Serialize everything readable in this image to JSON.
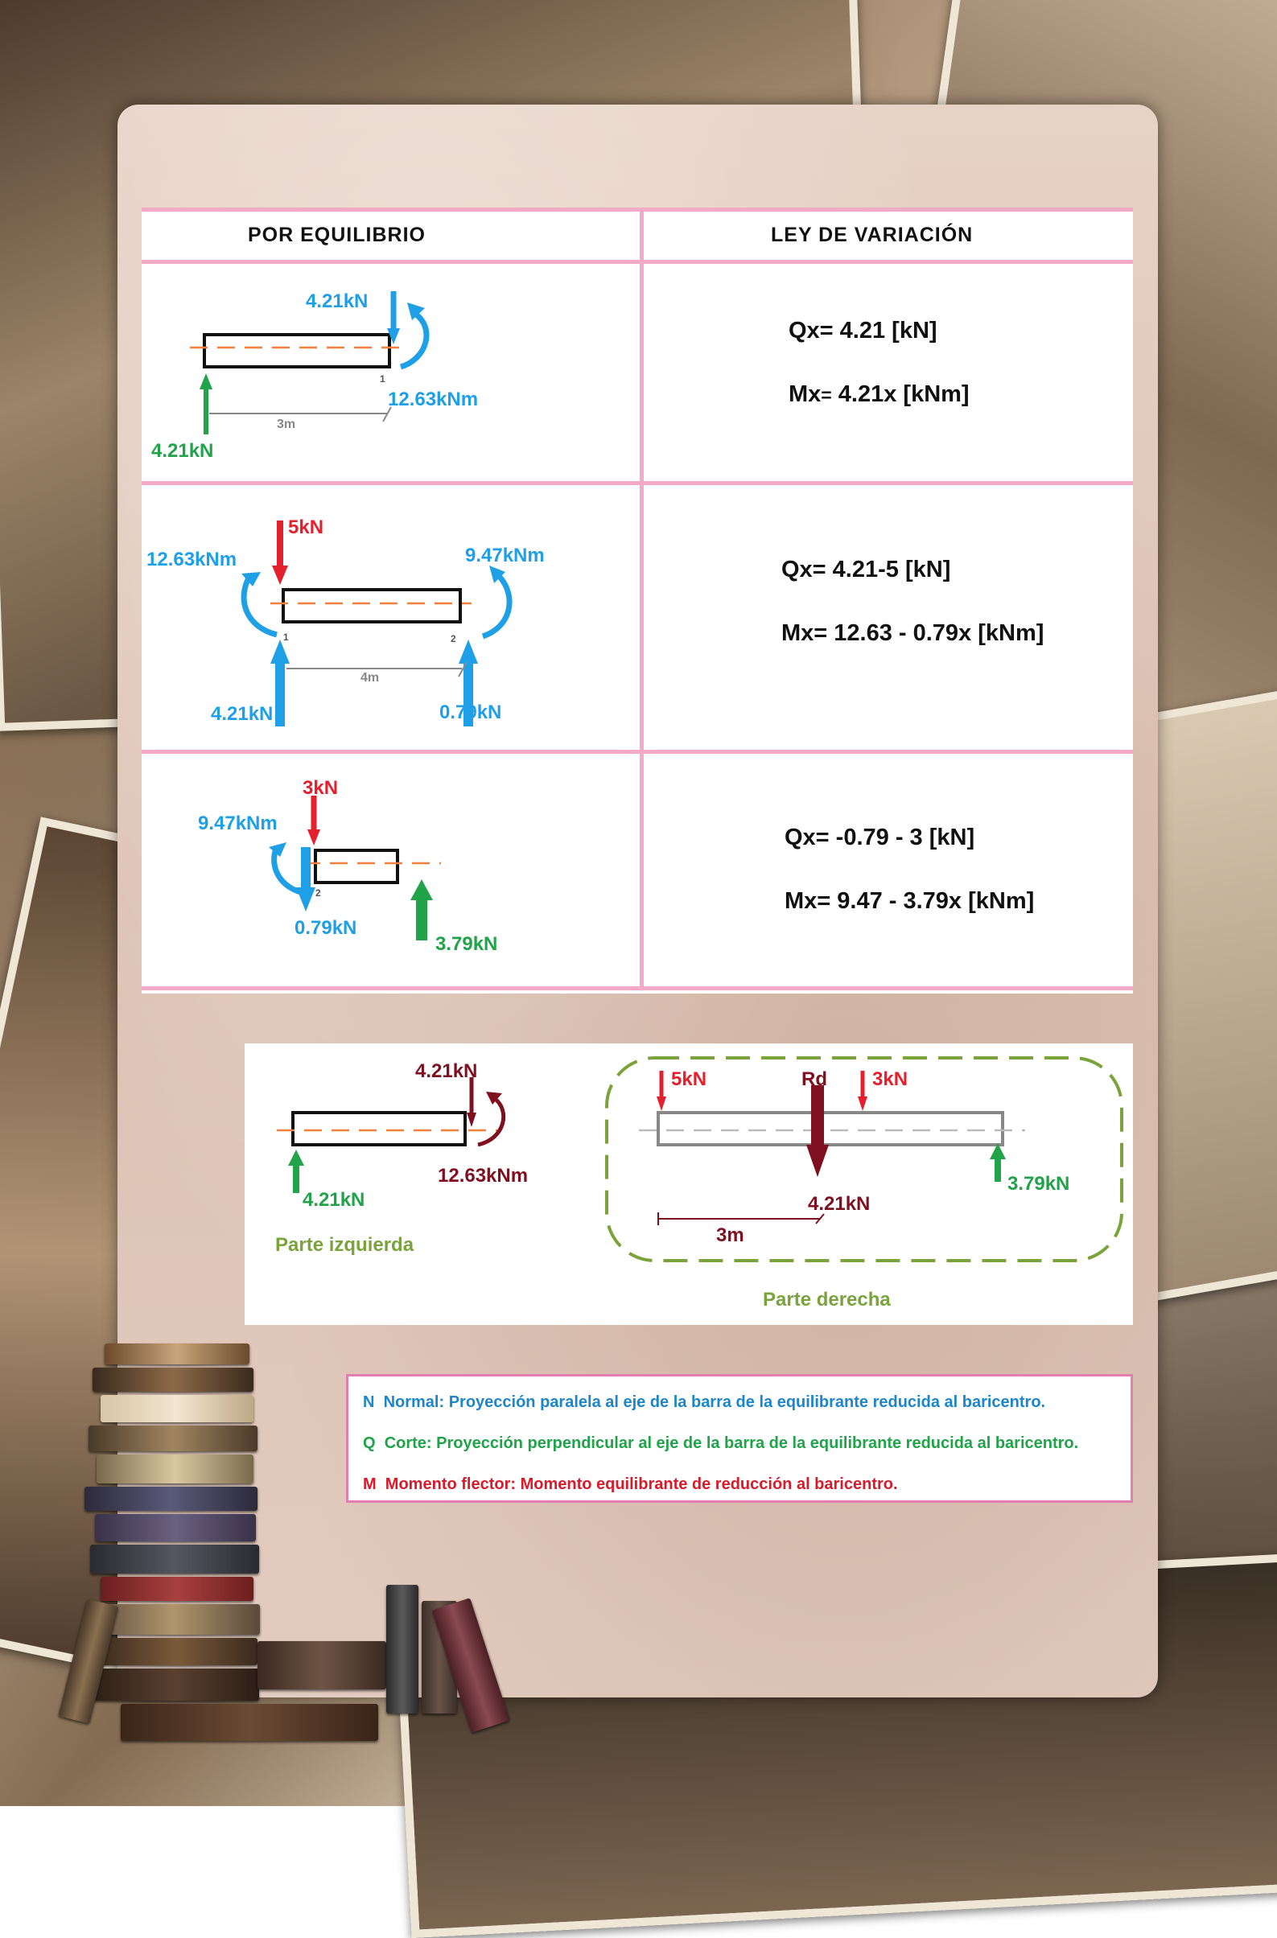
{
  "table": {
    "headers": {
      "left": "POR EQUILIBRIO",
      "right": "LEY DE VARIACIÓN"
    },
    "rows": [
      {
        "labels": {
          "top_force": "4.21kN",
          "moment": "12.63kNm",
          "reaction": "4.21kN",
          "dist": "3m",
          "node": "1"
        },
        "q": "Qx= 4.21 [kN]",
        "m_prefix": "Mx",
        "m_small": "=",
        "m_rest": " 4.21x [kNm]"
      },
      {
        "labels": {
          "load": "5kN",
          "m_left": "12.63kNm",
          "m_right": "9.47kNm",
          "r_left": "4.21kN",
          "r_right": "0.79kN",
          "dist": "4m",
          "n1": "1",
          "n2": "2"
        },
        "q": "Qx= 4.21-5 [kN]",
        "m": "Mx= 12.63 - 0.79x  [kNm]"
      },
      {
        "labels": {
          "load": "3kN",
          "moment": "9.47kNm",
          "down": "0.79kN",
          "reaction": "3.79kN",
          "n2": "2"
        },
        "q": "Qx= -0.79 - 3 [kN]",
        "m": "Mx= 9.47 - 3.79x [kNm]"
      }
    ]
  },
  "lower": {
    "left": {
      "force": "4.21kN",
      "moment": "12.63kNm",
      "reaction": "4.21kN",
      "caption": "Parte izquierda"
    },
    "right": {
      "load1": "5kN",
      "rd_label": "Rd",
      "load2": "3kN",
      "rd_value": "4.21kN",
      "reaction": "3.79kN",
      "dist": "3m",
      "caption": "Parte derecha"
    }
  },
  "legend": [
    {
      "letter": "N",
      "text": "Normal: Proyección paralela al eje de la barra de la equilibrante reducida al baricentro."
    },
    {
      "letter": "Q",
      "text": "Corte: Proyección perpendicular al eje de la barra de la equilibrante reducida al baricentro."
    },
    {
      "letter": "M",
      "text": "Momento flector: Momento equilibrante de reducción al baricentro."
    }
  ],
  "colors": {
    "blue": "#1fa0e6",
    "green": "#21a34a",
    "red": "#e4202e",
    "dark_red": "#7f1020",
    "orange_axis": "#f0803c",
    "pink_border": "#f4a9c6",
    "caption_green": "#7aa33c"
  }
}
